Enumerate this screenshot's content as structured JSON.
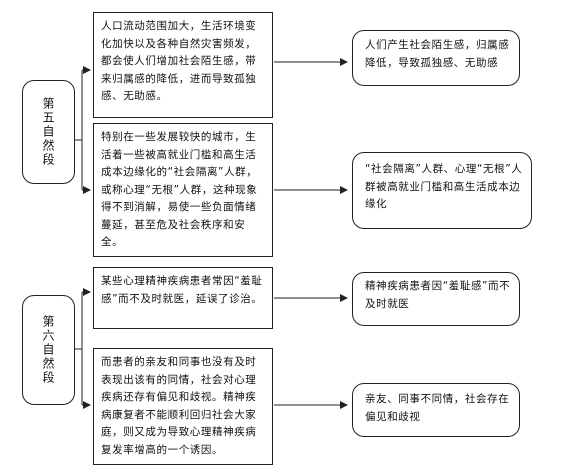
{
  "paragraphs": [
    {
      "label": "第五自然段"
    },
    {
      "label": "第六自然段"
    }
  ],
  "middle_boxes": [
    "人口流动范围加大，生活环境变化加快以及各种自然灾害频发，都会使人们增加社会陌生感，带来归属感的降低，进而导致孤独感、无助感。",
    "特别在一些发展较快的城市，生活着一些被高就业门槛和高生活成本边缘化的“社会隔离”人群，或称心理“无根”人群，这种现象得不到消解，易使一些负面情绪蔓延，甚至危及社会秩序和安全。",
    "某些心理精神疾病患者常因“羞耻感”而不及时就医，延误了诊治。",
    "而患者的亲友和同事也没有及时表现出该有的同情，社会对心理疾病还存有偏见和歧视。精神疾病康复者不能顺利回归社会大家庭，则又成为导致心理精神疾病复发率增高的一个诱因。"
  ],
  "right_boxes": [
    "人们产生社会陌生感，归属感降低，导致孤独感、无助感",
    "“社会隔离”人群、心理“无根”人群被高就业门槛和高生活成本边缘化",
    "精神疾病患者因“羞耻感”而不及时就医",
    "亲友、同事不同情，社会存在偏见和歧视"
  ]
}
